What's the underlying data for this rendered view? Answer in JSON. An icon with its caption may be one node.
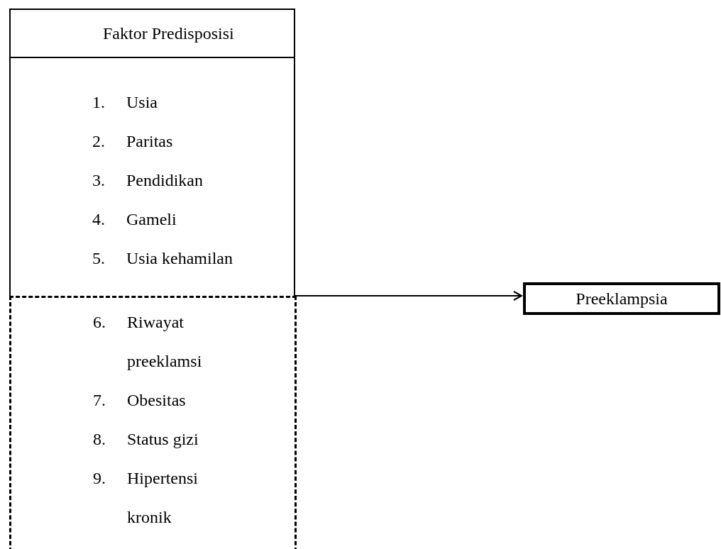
{
  "diagram": {
    "nodes": [
      {
        "text": [
          "Faktor Predisposisi",
          "1. Usia",
          "2. Paritas",
          "3. Pendidikan",
          "4. Gameli",
          "5. Usia kehamilan"
        ]
      },
      {
        "text": [
          "6. Riwayat preeklamsi",
          "7. Obesitas",
          "8. Status gizi",
          "9. Hipertensi kronik"
        ]
      },
      {
        "text": [
          "Preeklampsia"
        ]
      }
    ],
    "edges": [
      {
        "from": 0,
        "to": 2,
        "arrow": "to"
      }
    ]
  }
}
